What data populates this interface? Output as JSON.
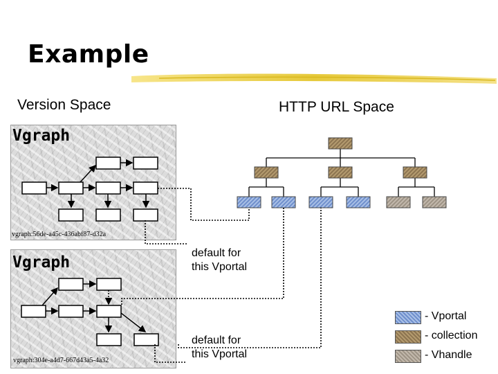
{
  "slide": {
    "title": "Example"
  },
  "labels": {
    "version_space": "Version Space",
    "http_space": "HTTP URL Space"
  },
  "vgraphs": [
    {
      "title": "Vgraph",
      "id": "vgraph:56de-a45c-436abf87-d32a"
    },
    {
      "title": "Vgraph",
      "id": "vgraph:304e-a4d7-667d43a5-4a32"
    }
  ],
  "defaults": [
    {
      "line1": "default for",
      "line2": "this Vportal"
    },
    {
      "line1": "default for",
      "line2": "this Vportal"
    }
  ],
  "legend": [
    {
      "label": "- Vportal",
      "kind": "vportal",
      "color": "#6f8fcc"
    },
    {
      "label": "- collection",
      "kind": "collection",
      "color": "#8c7450"
    },
    {
      "label": "- Vhandle",
      "kind": "vhandle",
      "color": "#9d9385"
    }
  ],
  "colors": {
    "accent": "#e0c030",
    "vportal": "#6f8fcc",
    "collection": "#8c7450",
    "vhandle": "#9d9385"
  }
}
